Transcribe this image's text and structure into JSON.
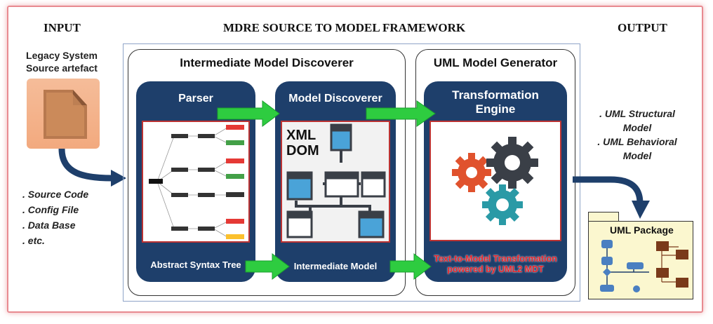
{
  "headers": {
    "input": "INPUT",
    "framework": "MDRE SOURCE TO MODEL FRAMEWORK",
    "output": "OUTPUT"
  },
  "input": {
    "artefact_label_line1": "Legacy System",
    "artefact_label_line2": "Source artefact",
    "items": [
      ". Source Code",
      ". Config File",
      ". Data Base",
      ". etc."
    ]
  },
  "discoverer": {
    "title": "Intermediate Model Discoverer",
    "parser": {
      "title": "Parser",
      "footer": "Abstract Syntax Tree"
    },
    "model_discoverer": {
      "title": "Model Discoverer",
      "footer": "Intermediate Model",
      "xml_line1": "XML",
      "xml_line2": "DOM"
    }
  },
  "generator": {
    "title": "UML Model Generator",
    "engine": {
      "title_line1": "Transformation",
      "title_line2": "Engine"
    },
    "note_line1": "Text-to-Model Transformation",
    "note_line2": "powered by UML2 MDT"
  },
  "output": {
    "items_line1": ". UML Structural",
    "items_line2": "Model",
    "items_line3": ". UML Behavioral",
    "items_line4": "Model",
    "package_label": "UML Package"
  },
  "colors": {
    "navy": "#1e3f6b",
    "arrow_green": "#2ecc40",
    "frame_pink": "#e88a90",
    "gear_orange": "#e0522d",
    "gear_dark": "#3a3f47",
    "gear_teal": "#2a9aa6",
    "package_yellow": "#fbf7cf"
  }
}
